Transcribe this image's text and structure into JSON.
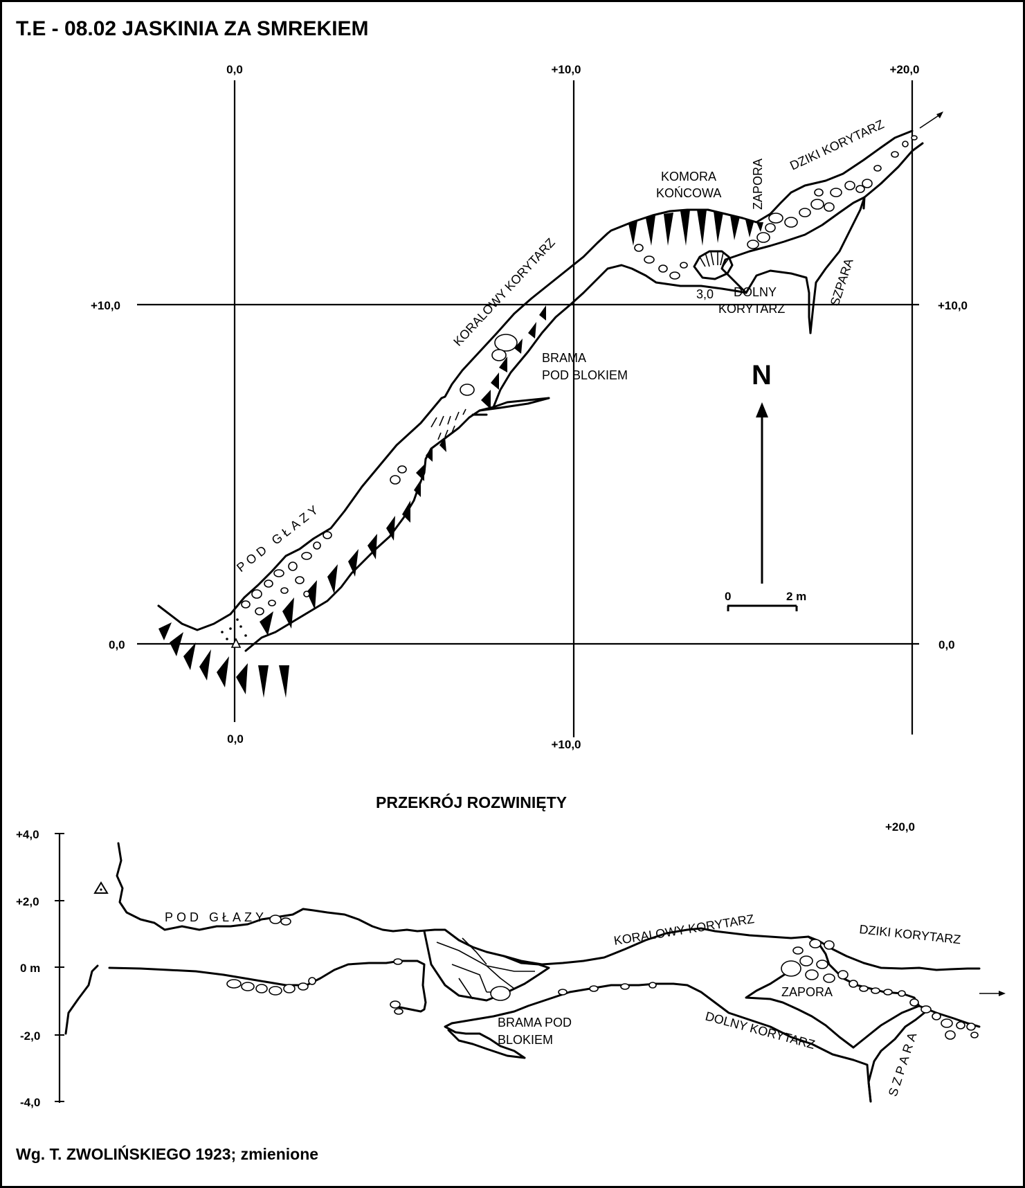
{
  "title": "T.E - 08.02  JASKINIA ZA SMREKIEM",
  "plan": {
    "coords": {
      "top_0": "0,0",
      "top_10": "+10,0",
      "top_20": "+20,0",
      "left_10": "+10,0",
      "right_10": "+10,0",
      "left_0": "0,0",
      "right_0": "0,0",
      "bottom_0": "0,0",
      "bottom_10": "+10,0"
    },
    "labels": {
      "pod_glazy": "POD GŁAZY",
      "koralowy": "KORALOWY KORYTARZ",
      "brama_1": "BRAMA",
      "brama_2": "POD BLOKIEM",
      "komora_1": "KOMORA",
      "komora_2": "KOŃCOWA",
      "zapora": "ZAPORA",
      "dziki": "DZIKI KORYTARZ",
      "dolny_1": "DOLNY",
      "dolny_2": "KORYTARZ",
      "szpara": "SZPARA",
      "depth": "3,0"
    },
    "north": "N",
    "scale": {
      "zero": "0",
      "two": "2 m"
    }
  },
  "section": {
    "title": "PRZEKRÓJ  ROZWINIĘTY",
    "top_right": "+20,0",
    "axis": [
      "+4,0",
      "+2,0",
      "0 m",
      "-2,0",
      "-4,0"
    ],
    "labels": {
      "pod_glazy": "POD GŁAZY",
      "koralowy": "KORALOWY KORYTARZ",
      "dziki": "DZIKI KORYTARZ",
      "zapora": "ZAPORA",
      "brama_1": "BRAMA POD",
      "brama_2": "BLOKIEM",
      "dolny": "DOLNY KORYTARZ",
      "szpara": "SZPARA"
    }
  },
  "credit": "Wg. T. ZWOLIŃSKIEGO 1923; zmienione"
}
